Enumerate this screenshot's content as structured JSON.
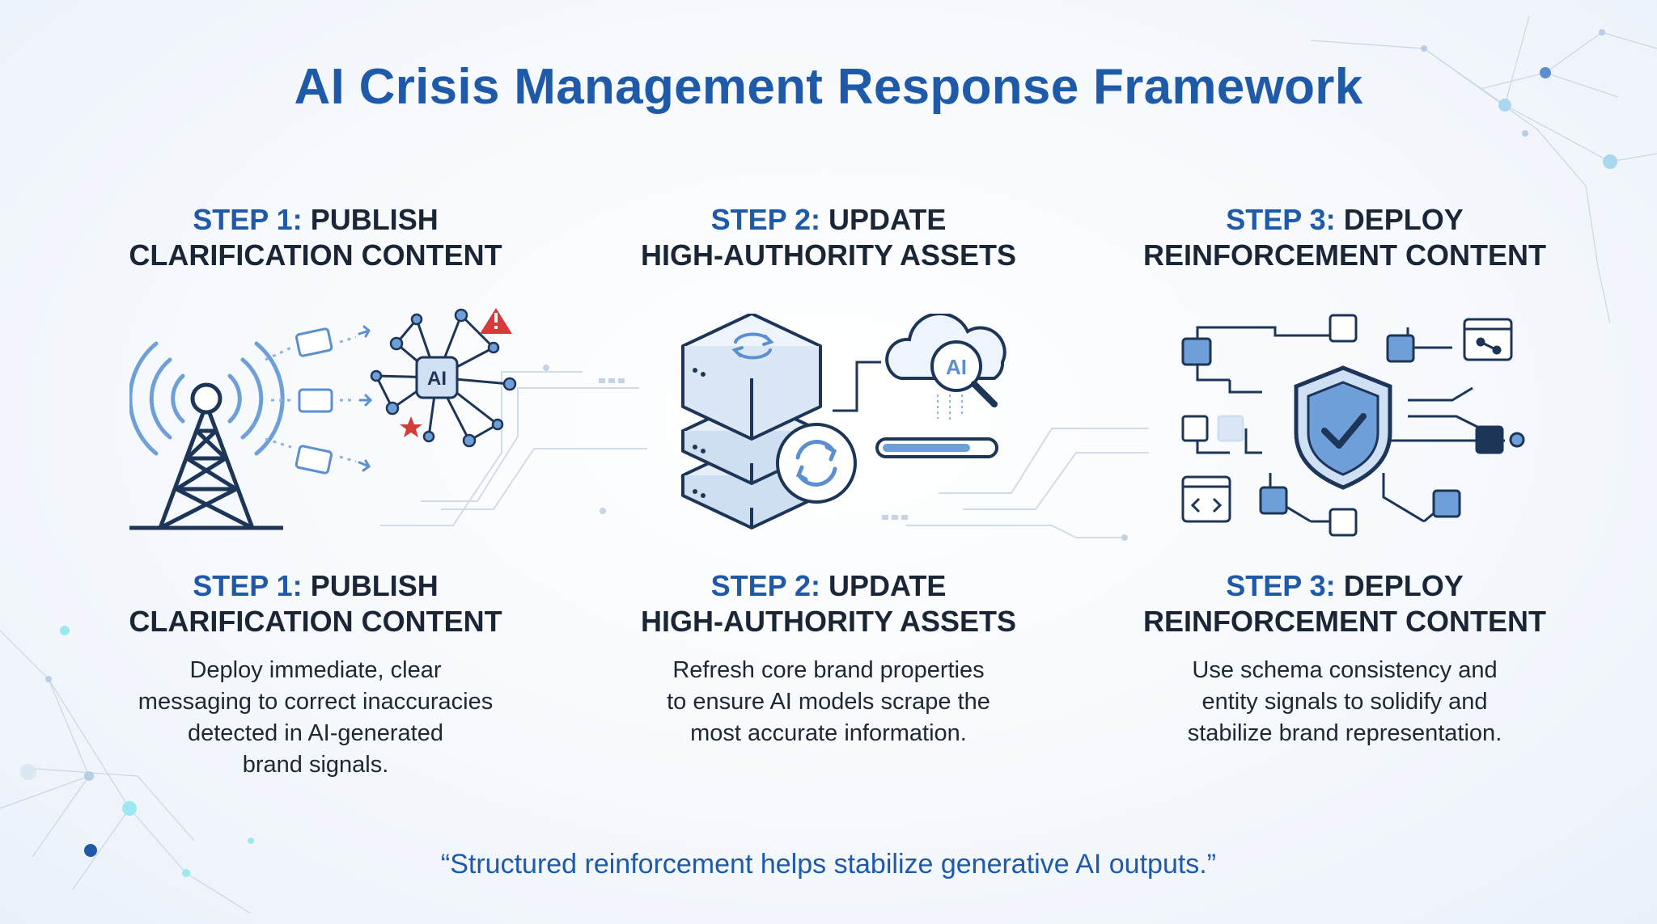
{
  "title": "AI Crisis Management Response Framework",
  "steps": [
    {
      "num": "STEP 1:",
      "title_line1": "PUBLISH",
      "title_line2": "CLARIFICATION CONTENT",
      "description": "Deploy immediate, clear\nmessaging to correct inaccuracies\ndetected in AI-generated\nbrand signals.",
      "icon": "broadcast-tower-ai-network-icon"
    },
    {
      "num": "STEP 2:",
      "title_line1": "UPDATE",
      "title_line2": "HIGH-AUTHORITY ASSETS",
      "description": "Refresh core brand properties\nto ensure AI models scrape the\nmost accurate information.",
      "icon": "server-refresh-ai-cloud-icon"
    },
    {
      "num": "STEP 3:",
      "title_line1": "DEPLOY",
      "title_line2": "REINFORCEMENT CONTENT",
      "description": "Use schema consistency and\nentity signals to solidify and\nstabilize brand representation.",
      "icon": "shield-network-icon"
    }
  ],
  "icon_labels": {
    "ai_badge": "AI",
    "ai_cloud": "AI"
  },
  "quote": "“Structured reinforcement helps stabilize generative AI outputs.”",
  "colors": {
    "title": "#1f5aa8",
    "heading": "#1a2636",
    "accent": "#1f5aa8",
    "icon_dark": "#1d3557",
    "icon_light": "#6f9fd8",
    "alert": "#d63a3a",
    "glow": "#3fd6e0"
  }
}
